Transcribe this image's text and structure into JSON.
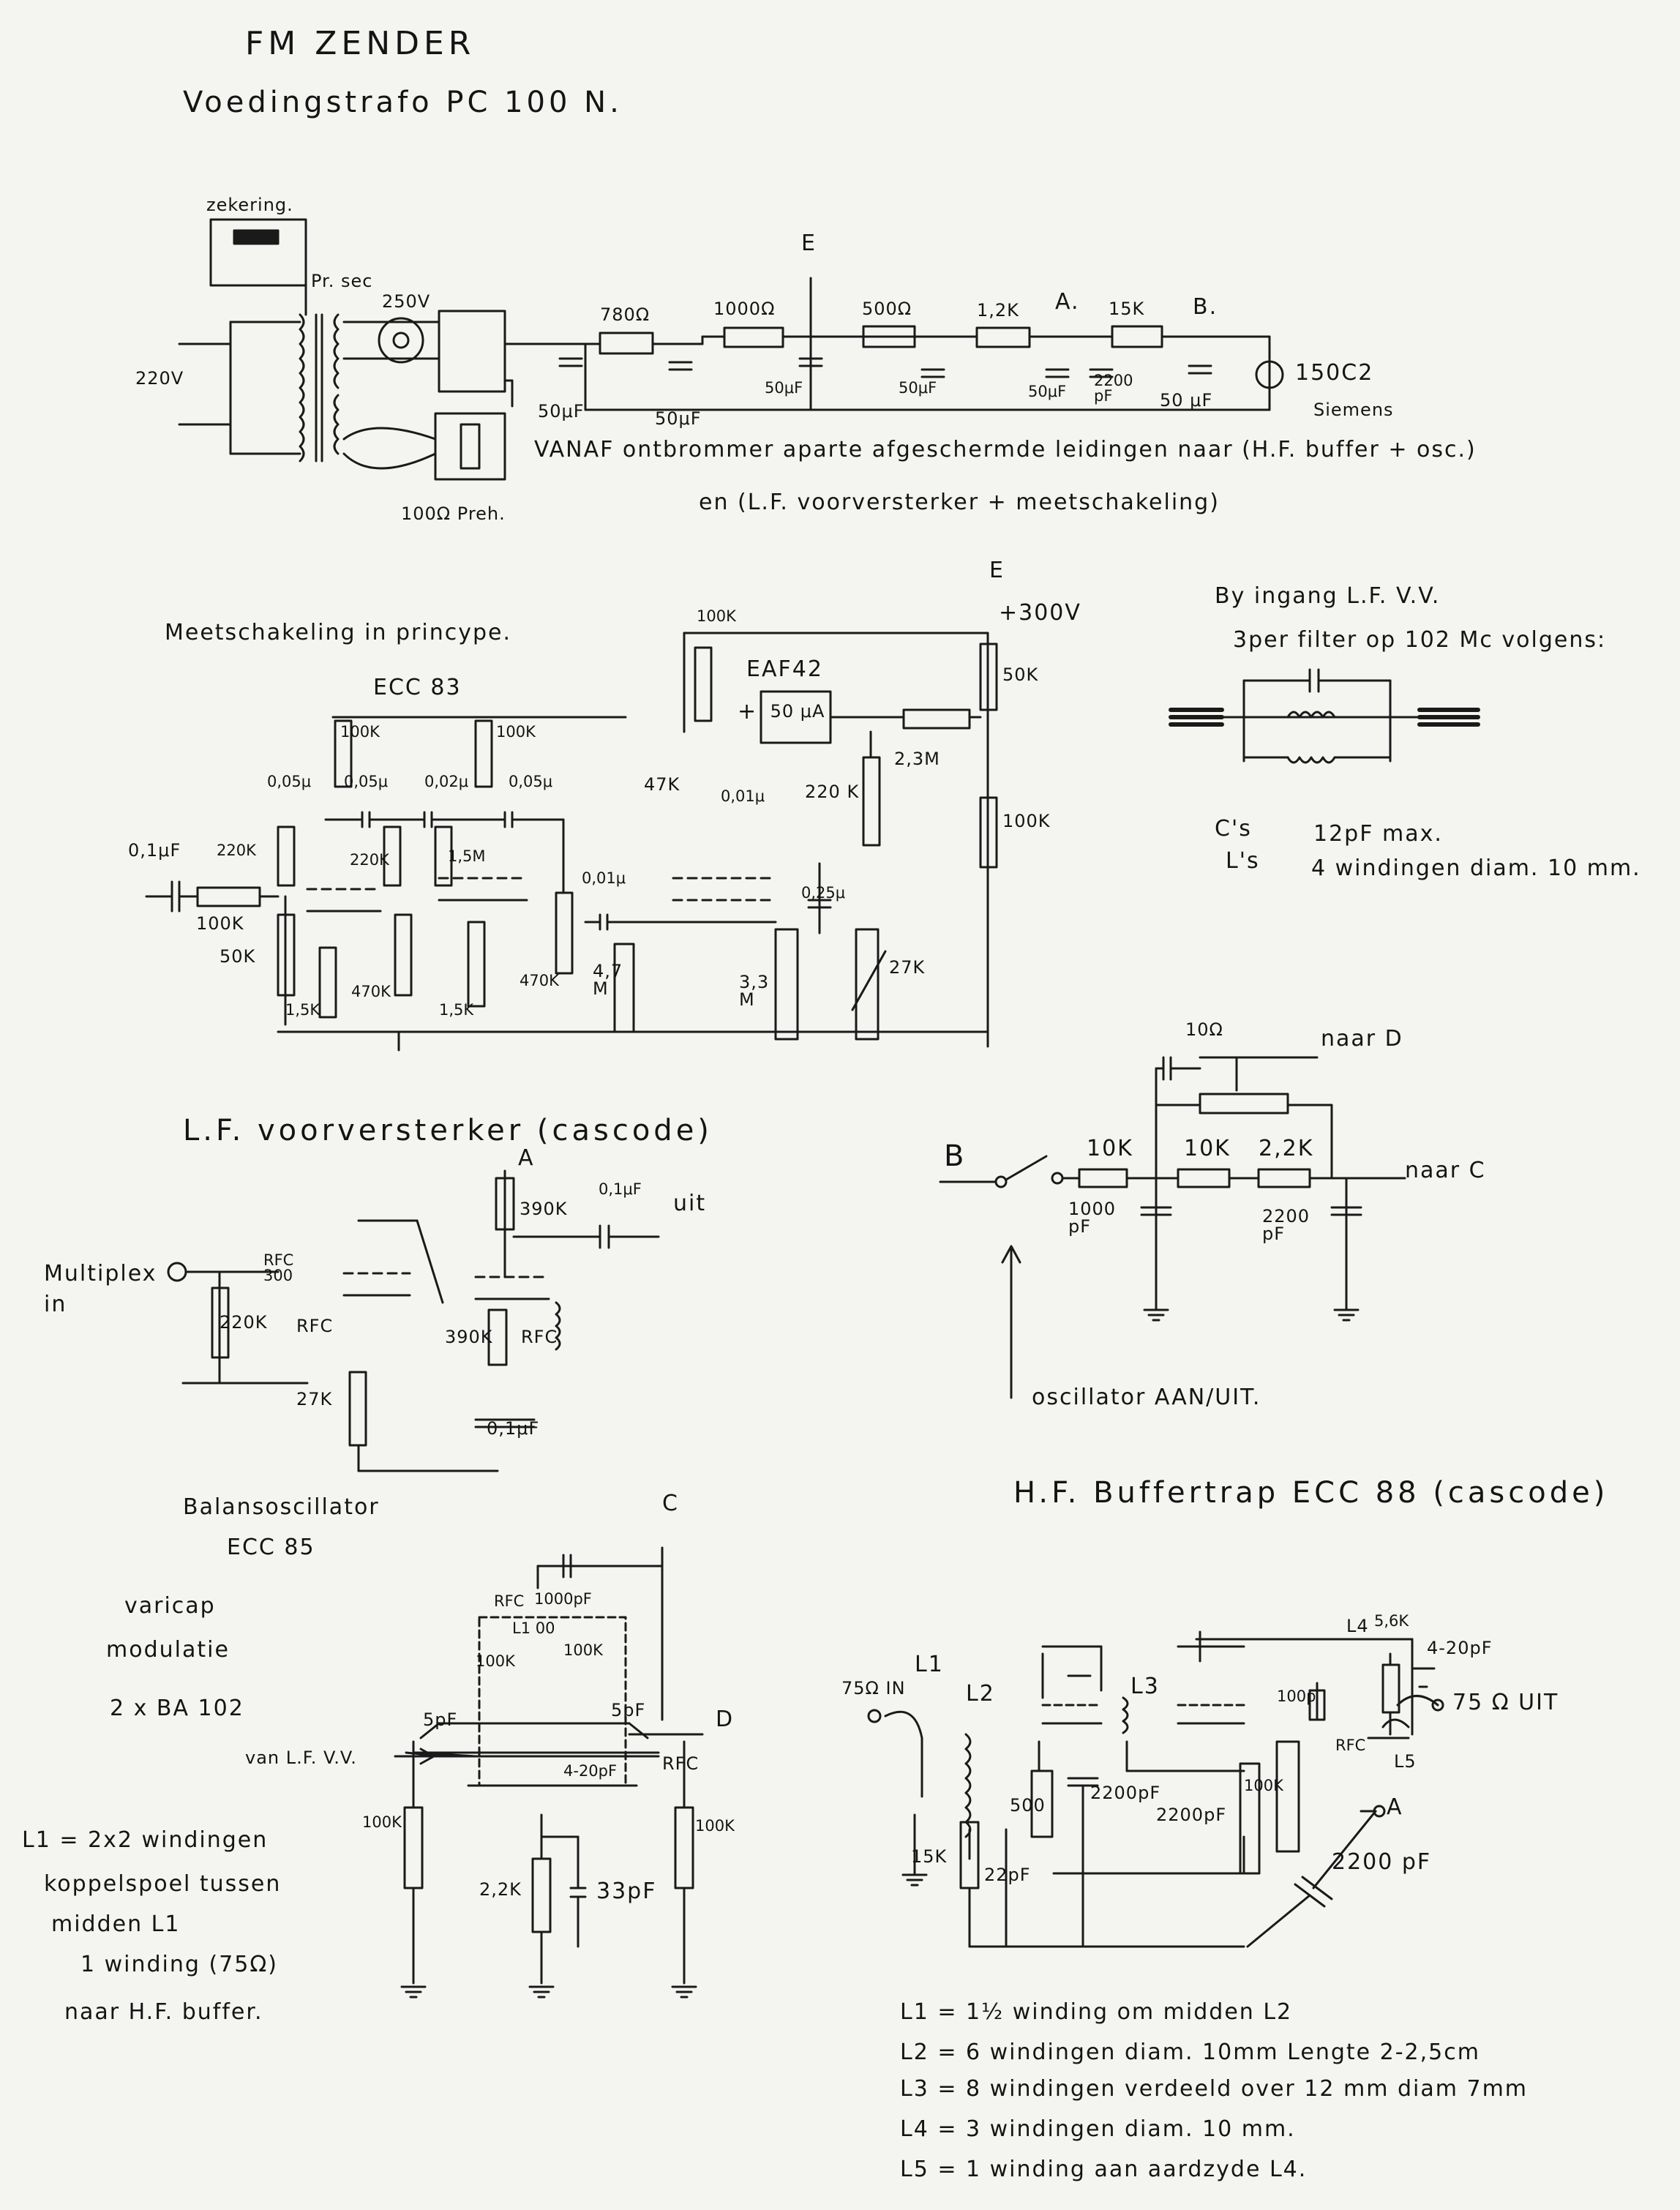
{
  "title": "FM ZENDER",
  "supply": {
    "heading": "Voedingstrafo PC 100 N.",
    "fuse": "zekering.",
    "mains": "220V",
    "primary_secondary": "Pr. sec",
    "sec_voltage": "250V",
    "r1": "780Ω",
    "r2": "1000Ω",
    "r3": "500Ω",
    "r4": "1,2K",
    "r5": "15K",
    "c1": "50μF",
    "c2": "50μF",
    "c3": "50μF",
    "c4": "50μF",
    "c5": "50μF",
    "c6": "2200 pF",
    "c7": "50 μF",
    "node_e": "E",
    "node_a": "A.",
    "node_b": "B.",
    "stab_tube": "150C2",
    "stab_brand": "Siemens",
    "preheat": "100Ω Preh.",
    "note1": "VANAF ontbrommer aparte afgeschermde leidingen naar (H.F. buffer + osc.)",
    "note2": "en (L.F. voorversterker + meetschakeling)"
  },
  "meter": {
    "heading": "Meetschakeling in princype.",
    "tube1": "ECC 83",
    "tube2": "EAF42",
    "supply_node": "E",
    "supply_voltage": "+300V",
    "meter": "50 μA",
    "labels": [
      "100K",
      "100K",
      "100K",
      "50K",
      "2,3M",
      "47K",
      "220 K",
      "100K",
      "0,05μ",
      "0,05μ",
      "0,02μ",
      "0,05μ",
      "0,1μF",
      "220K",
      "220K",
      "1,5M",
      "100K",
      "50K",
      "1,5K",
      "470K",
      "1,5K",
      "470K",
      "4,7 M",
      "0,01μ",
      "0,01μ",
      "0,25μ",
      "3,3 M",
      "27K",
      "+"
    ]
  },
  "lf_amp": {
    "heading": "L.F. voorversterker (cascode)",
    "node_a": "A",
    "input": "Multiplex in",
    "labels": [
      "RFC 300",
      "220K",
      "RFC",
      "27K",
      "390K",
      "0,1μF",
      "uit",
      "390K",
      "RFC",
      "0,1μF"
    ]
  },
  "bias": {
    "node_b": "B",
    "node_d": "naar D",
    "node_c": "naar C",
    "labels": [
      "10Ω",
      "10K",
      "10K",
      "2,2K",
      "1000 pF",
      "2200 pF"
    ],
    "switch_note": "oscillator AAN/UIT."
  },
  "filter": {
    "heading1": "By ingang L.F. V.V.",
    "heading2": "3per filter op 102 Mc volgens:",
    "c_note_key": "C's",
    "c_note_val": "12pF max.",
    "l_note_key": "L's",
    "l_note_val": "4 windingen diam. 10 mm."
  },
  "oscillator": {
    "heading": "Balansoscillator",
    "tube": "ECC 85",
    "varicap1": "varicap",
    "varicap2": "modulatie",
    "varicap3": "2 x BA 102",
    "node_c": "C",
    "node_d": "D",
    "from_lf": "van L.F. V.V.",
    "labels": [
      "1000pF",
      "RFC",
      "L1 00",
      "100K",
      "100K",
      "5pF",
      "5pF",
      "4-20pF",
      "RFC",
      "100K",
      "100K",
      "2,2K",
      "33pF"
    ],
    "l1_note": [
      "L1 = 2x2 windingen",
      "koppelspoel tussen",
      "midden L1",
      "1 winding (75Ω)",
      "naar H.F. buffer."
    ]
  },
  "buffer": {
    "heading": "H.F. Buffertrap ECC 88 (cascode)",
    "labels": [
      "L1",
      "75Ω IN",
      "L2",
      "L3",
      "500",
      "15K",
      "22pF",
      "2200pF",
      "2200pF",
      "100K",
      "L4",
      "5,6K",
      "4-20pF",
      "100p",
      "RFC",
      "75 Ω UIT",
      "L5",
      "A",
      "2200 pF"
    ],
    "coil_notes": [
      "L1 = 1½ winding om midden L2",
      "L2 = 6 windingen diam. 10mm Lengte 2-2,5cm",
      "L3 = 8 windingen verdeeld over 12 mm diam 7mm",
      "L4 = 3 windingen diam. 10 mm.",
      "L5 = 1 winding aan aardzyde L4."
    ]
  }
}
